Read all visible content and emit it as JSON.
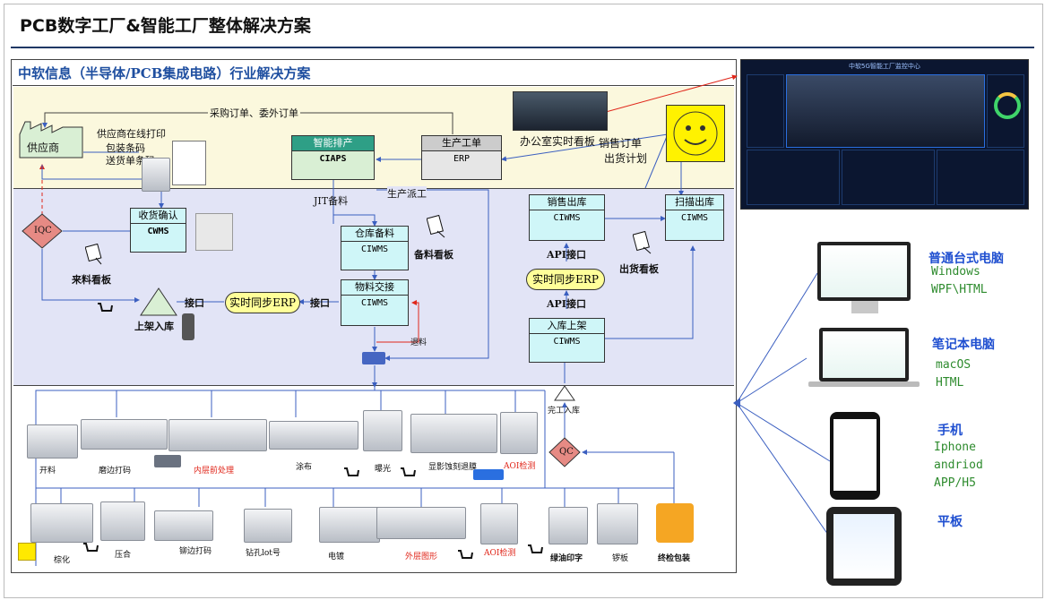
{
  "title": "PCB数字工厂&智能工厂整体解决方案",
  "panel_title": "中软信息（半导体/PCB集成电路）行业解决方案",
  "top": {
    "purchase_label": "采购订单、委外订单",
    "supplier": "供应商",
    "supplier_print": [
      "供应商在线打印",
      "包装条码",
      "送货单条码"
    ],
    "smart_schedule": {
      "header": "智能排产",
      "body": "CIAPS"
    },
    "work_order": {
      "header": "生产工单",
      "body": "ERP"
    },
    "office_board": "办公室实时看板",
    "sales_plan": [
      "销售订单",
      "出货计划"
    ]
  },
  "middle": {
    "jit": "JIT备料",
    "dispatch": "生产派工",
    "iqc": "IQC",
    "receive": {
      "header": "收货确认",
      "body": "CWMS"
    },
    "incoming_board": "来料看板",
    "shelve": "上架入库",
    "interface1": "接口",
    "interface2": "接口",
    "sync1": "实时同步ERP",
    "warehouse_prep": {
      "header": "仓库备料",
      "body": "CIWMS"
    },
    "prep_board": "备料看板",
    "handover": {
      "header": "物料交接",
      "body": "CIWMS"
    },
    "return": "退料",
    "sales_out": {
      "header": "销售出库",
      "body": "CIWMS"
    },
    "api1": "API接口",
    "sync2": "实时同步ERP",
    "api2": "API接口",
    "putaway": {
      "header": "入库上架",
      "body": "CIWMS"
    },
    "scan_out": {
      "header": "扫描出库",
      "body": "CIWMS"
    },
    "ship_board": "出货看板"
  },
  "bottom": {
    "finish_in": "完工入库",
    "qc": "QC",
    "row1": [
      {
        "label": "开料",
        "red": false
      },
      {
        "label": "磨边打码",
        "red": false,
        "red_part": "打码"
      },
      {
        "label": "内层前处理",
        "red": true
      },
      {
        "label": "涂布",
        "red": false
      },
      {
        "label": "曝光",
        "red": false
      },
      {
        "label": "显影蚀刻退膜",
        "red": false
      },
      {
        "label": "AOI检测",
        "red": true
      }
    ],
    "row2": [
      {
        "label": "棕化",
        "red": false
      },
      {
        "label": "压合",
        "red": false
      },
      {
        "label": "铆边打码",
        "red": false
      },
      {
        "label": "钻孔lot号",
        "red": false
      },
      {
        "label": "电镀",
        "red": false
      },
      {
        "label": "外层图形",
        "red": true
      },
      {
        "label": "AOI检测",
        "red": true
      },
      {
        "label": "绿油印字",
        "red": false
      },
      {
        "label": "锣板",
        "red": false
      },
      {
        "label": "终检包装",
        "red": false
      }
    ]
  },
  "devices": [
    {
      "title": "普通台式电脑",
      "lines": [
        "Windows",
        "WPF\\HTML"
      ]
    },
    {
      "title": "笔记本电脑",
      "lines": [
        "macOS",
        "HTML"
      ]
    },
    {
      "title": "手机",
      "lines": [
        "Iphone",
        "andriod",
        "APP/H5"
      ]
    },
    {
      "title": "平板",
      "lines": []
    }
  ],
  "dashboard_title": "中软5G智能工厂监控中心",
  "colors": {
    "accent": "#1f4fd0",
    "zone_top": "#fbf8dd",
    "zone_mid": "#e2e4f6",
    "pill": "#ffff99",
    "box_cyan": "#cff6f8",
    "box_green": "#d9efd4",
    "red": "#e0261a",
    "diamond": "#e68a84"
  }
}
